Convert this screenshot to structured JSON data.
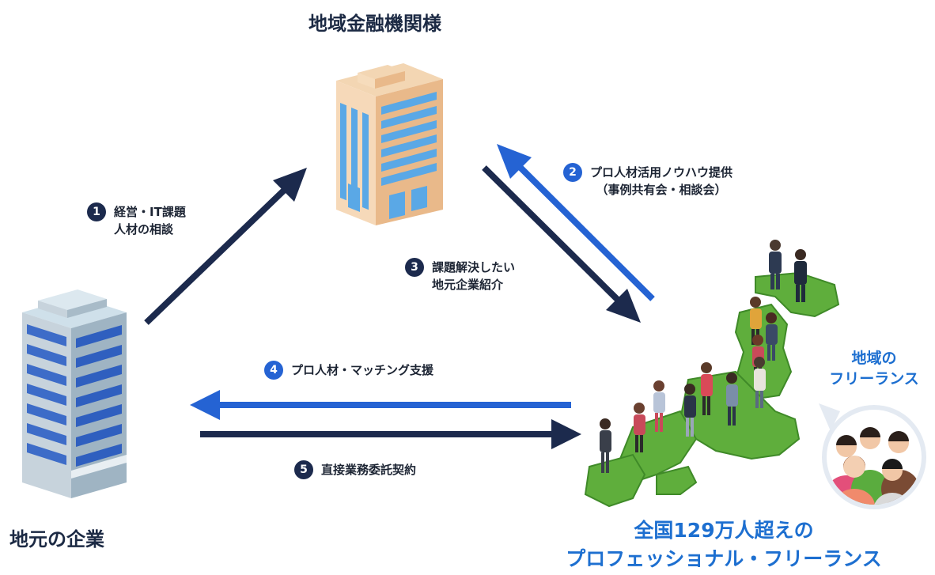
{
  "nodes": {
    "bank": "地域金融機関様",
    "local_company": "地元の企業",
    "professionals_line1": "全国129万人超えの",
    "professionals_line2": "プロフェッショナル・フリーランス",
    "regional_freelance_line1": "地域の",
    "regional_freelance_line2": "フリーランス"
  },
  "steps": [
    {
      "number": "1",
      "lines": [
        "経営・IT課題",
        "人材の相談"
      ]
    },
    {
      "number": "2",
      "lines": [
        "プロ人材活用ノウハウ提供",
        "（事例共有会・相談会）"
      ]
    },
    {
      "number": "3",
      "lines": [
        "課題解決したい",
        "地元企業紹介"
      ]
    },
    {
      "number": "4",
      "lines": [
        "プロ人材・マッチング支援"
      ]
    },
    {
      "number": "5",
      "lines": [
        "直接業務委託契約"
      ]
    }
  ],
  "colors": {
    "dark_navy": "#1c2a4d",
    "accent_blue": "#2563d3",
    "title_blue": "#1d6fd0",
    "map_green": "#5fae3c"
  },
  "icons": [
    "bank-building-illustration",
    "company-building-illustration",
    "japan-map-with-people-illustration",
    "freelancer-group-avatar"
  ]
}
